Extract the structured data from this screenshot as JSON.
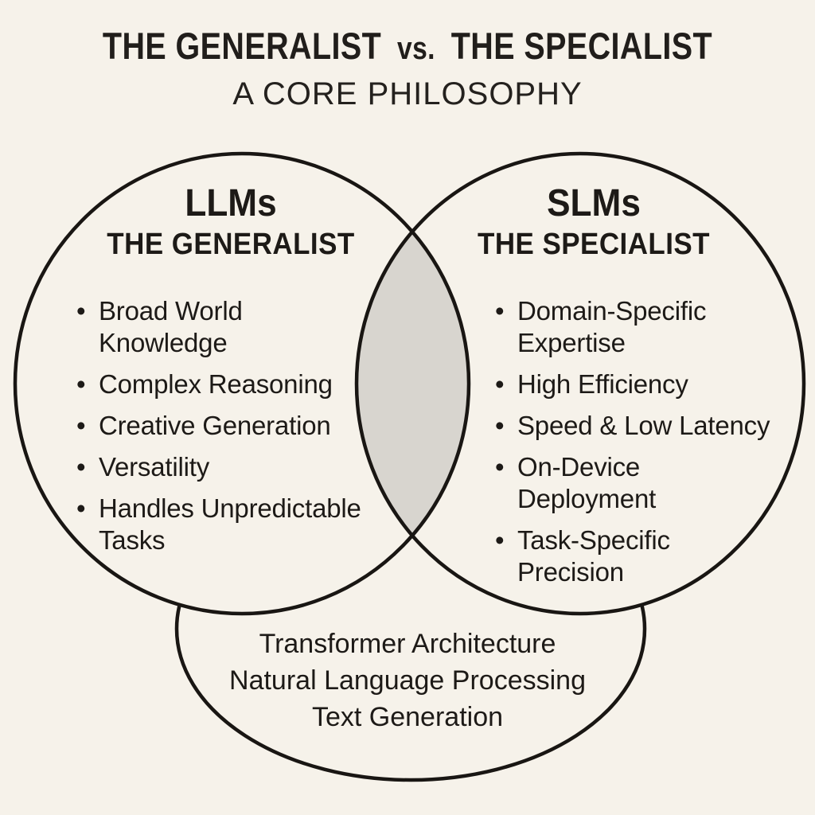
{
  "header": {
    "title_left": "THE GENERALIST",
    "title_vs": "vs.",
    "title_right": "THE SPECIALIST",
    "subtitle": "A CORE PHILOSOPHY"
  },
  "colors": {
    "background": "#f6f2ea",
    "ink": "#1d1a17",
    "circle_stroke": "#191613",
    "intersection_fill": "#d8d5cf"
  },
  "bullet_glyph": "•",
  "venn": {
    "left": {
      "heading": "LLMs",
      "subheading": "THE GENERALIST",
      "items": [
        [
          "Broad World",
          "Knowledge"
        ],
        [
          "Complex Reasoning"
        ],
        [
          "Creative Generation"
        ],
        [
          "Versatility"
        ],
        [
          "Handles Unpredictable",
          "Tasks"
        ]
      ]
    },
    "right": {
      "heading": "SLMs",
      "subheading": "THE SPECIALIST",
      "items": [
        [
          "Domain-Specific",
          "Expertise"
        ],
        [
          "High Efficiency"
        ],
        [
          "Speed & Low Latency"
        ],
        [
          "On-Device",
          "Deployment"
        ],
        [
          "Task-Specific",
          "Precision"
        ]
      ]
    },
    "shared": {
      "lines": [
        "Transformer Architecture",
        "Natural Language Processing",
        "Text Generation"
      ]
    }
  }
}
